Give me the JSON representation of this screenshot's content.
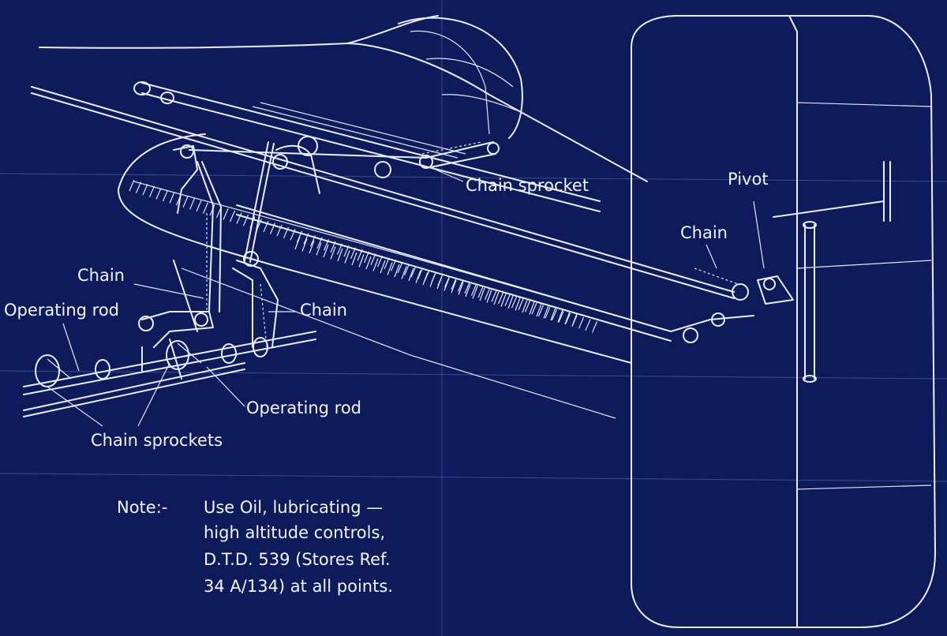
{
  "labels": {
    "chain_sprocket": "Chain sprocket",
    "pivot": "Pivot",
    "chain_right": "Chain",
    "chain_left": "Chain",
    "chain_mid": "Chain",
    "operating_rod_left": "Operating rod",
    "operating_rod_bottom": "Operating rod",
    "chain_sprockets": "Chain sprockets"
  },
  "note": {
    "heading": "Note:-",
    "lines": [
      "Use Oil, lubricating —",
      "high altitude controls,",
      "D.T.D. 539  (Stores Ref.",
      "34 A/134) at all points."
    ]
  },
  "colors": {
    "background": "#0e1b5a",
    "ink": "#e8ecff"
  }
}
